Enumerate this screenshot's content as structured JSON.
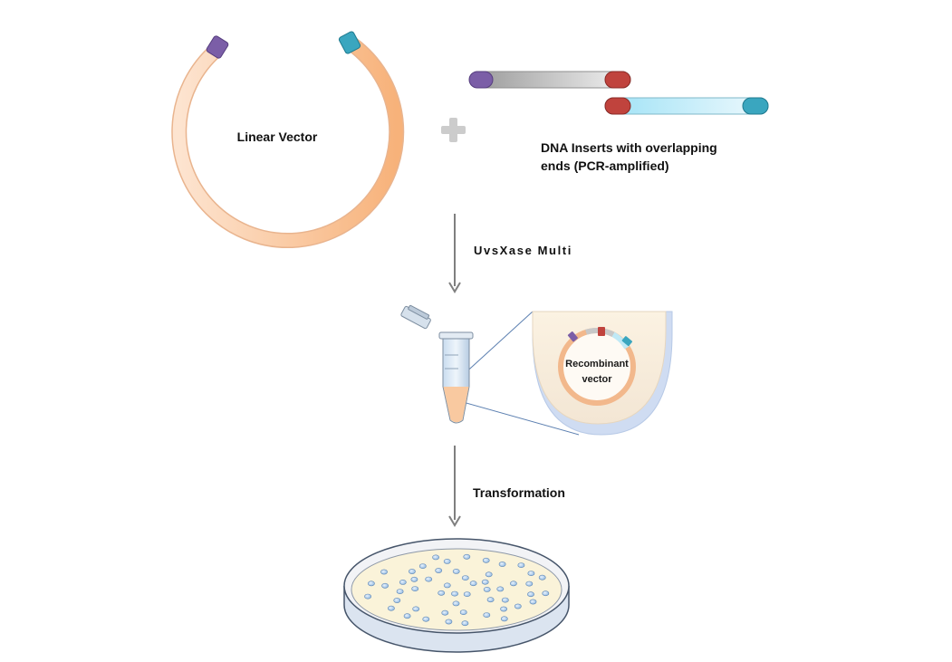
{
  "labels": {
    "linear_vector": "Linear Vector",
    "inserts_line1": "DNA Inserts with overlapping",
    "inserts_line2": "ends (PCR-amplified)",
    "step1": "UvsXase Multi",
    "recombinant_line1": "Recombinant",
    "recombinant_line2": "vector",
    "step2": "Transformation"
  },
  "colors": {
    "vector_body": "#f9c9a0",
    "end_purple": "#7b5ea7",
    "end_teal": "#3aa6bf",
    "end_red": "#c0433d",
    "insert1_body": "#cfcfcf",
    "insert2_body": "#bfe9f6",
    "arrow": "#7f7f7f",
    "plate_agar": "#faf3d9",
    "colony": "#9fc3e8"
  },
  "icons": {
    "plus": "plus-icon",
    "tube": "microcentrifuge-tube-icon",
    "plate": "petri-dish-icon"
  }
}
